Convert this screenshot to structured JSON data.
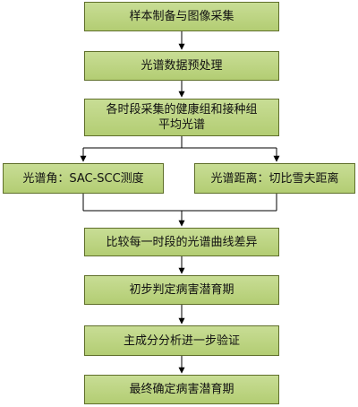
{
  "flowchart": {
    "steps": [
      {
        "id": "s1",
        "label": "样本制备与图像采集"
      },
      {
        "id": "s2",
        "label": "光谱数据预处理"
      },
      {
        "id": "s3",
        "label_line1": "各时段采集的健康组和接种组",
        "label_line2": "平均光谱"
      },
      {
        "id": "s4a",
        "label": "光谱角：SAC-SCC测度"
      },
      {
        "id": "s4b",
        "label": "光谱距离：切比雪夫距离"
      },
      {
        "id": "s5",
        "label": "比较每一时段的光谱曲线差异"
      },
      {
        "id": "s6",
        "label": "初步判定病害潜育期"
      },
      {
        "id": "s7",
        "label": "主成分分析进一步验证"
      },
      {
        "id": "s8",
        "label": "最终确定病害潜育期"
      }
    ],
    "colors": {
      "box_fill_top": "#c8dd95",
      "box_fill_bottom": "#b3cd73",
      "box_border": "#5f6f2a",
      "line": "#000000"
    }
  }
}
